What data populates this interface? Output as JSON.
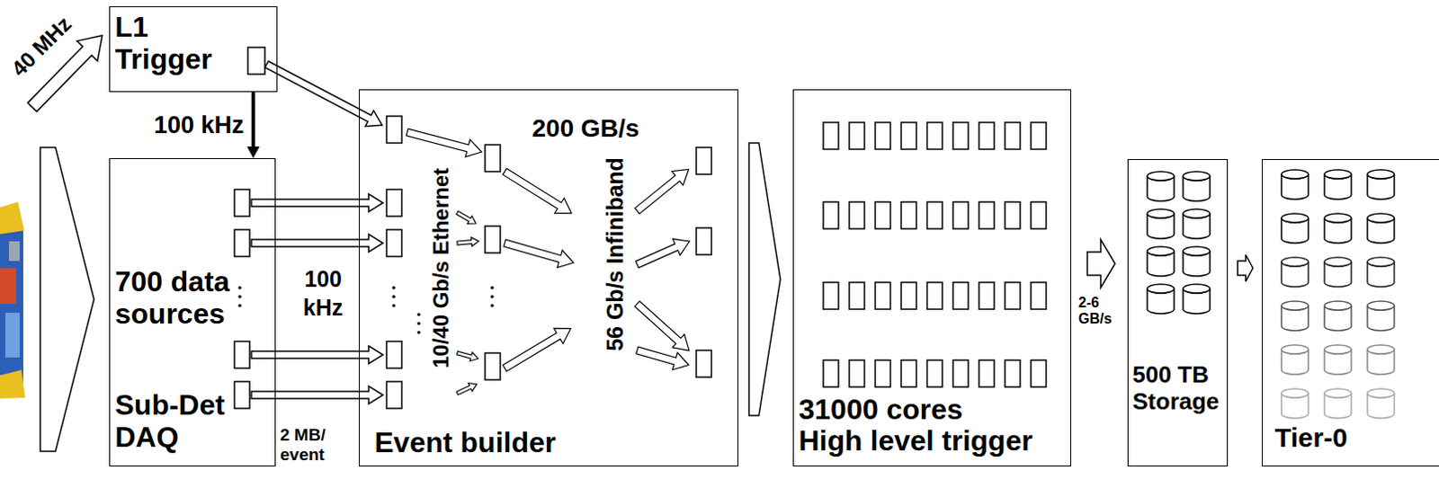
{
  "diagram": {
    "nodes": [
      {
        "text": [
          "L1 Trigger"
        ]
      },
      {
        "text": [
          "700 data sources",
          "Sub-Det DAQ"
        ]
      },
      {
        "text": [
          "200 GB/s",
          "10/40 Gb/s Ethernet",
          "56 Gb/s Infiniband",
          "Event builder"
        ]
      },
      {
        "text": [
          "31000 cores",
          "High level trigger"
        ]
      },
      {
        "text": [
          "500 TB Storage"
        ]
      },
      {
        "text": [
          "Tier-0"
        ]
      }
    ],
    "edges": [
      {
        "from": 0,
        "to": 1,
        "arrow": "to",
        "label": "100 kHz"
      },
      {
        "from": 0,
        "to": 2,
        "arrow": "to"
      },
      {
        "from": 1,
        "to": 2,
        "arrow": "to"
      },
      {
        "from": 2,
        "to": 3,
        "arrow": "to"
      },
      {
        "from": 3,
        "to": 4,
        "arrow": "to",
        "label": "2-6 GB/s"
      },
      {
        "from": 4,
        "to": 5,
        "arrow": "to"
      }
    ],
    "labels": [
      "40 MHz",
      "100 kHz",
      "2 MB/ event"
    ]
  }
}
